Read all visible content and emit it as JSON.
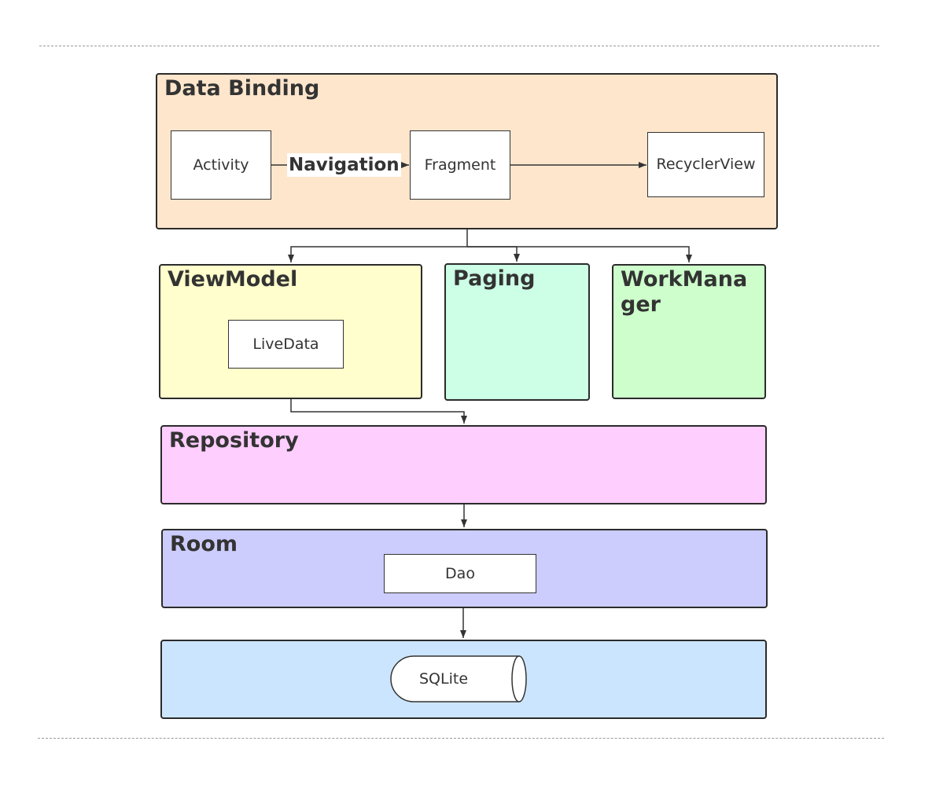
{
  "groups": {
    "data_binding": {
      "title": "Data Binding",
      "color": "#fee6cc"
    },
    "viewmodel": {
      "title": "ViewModel",
      "color": "#fffecc"
    },
    "paging": {
      "title": "Paging",
      "color": "#ccffe6"
    },
    "workmanager": {
      "title": "WorkManager",
      "color": "#cdfecb"
    },
    "repository": {
      "title": "Repository",
      "color": "#fecefe"
    },
    "room": {
      "title": "Room",
      "color": "#cccdfd"
    },
    "sqlite_layer": {
      "title": "",
      "color": "#cce5ff"
    }
  },
  "nodes": {
    "activity": "Activity",
    "fragment": "Fragment",
    "recyclerview": "RecyclerView",
    "livedata": "LiveData",
    "dao": "Dao",
    "sqlite": "SQLite"
  },
  "edge_labels": {
    "navigation": "Navigation"
  }
}
